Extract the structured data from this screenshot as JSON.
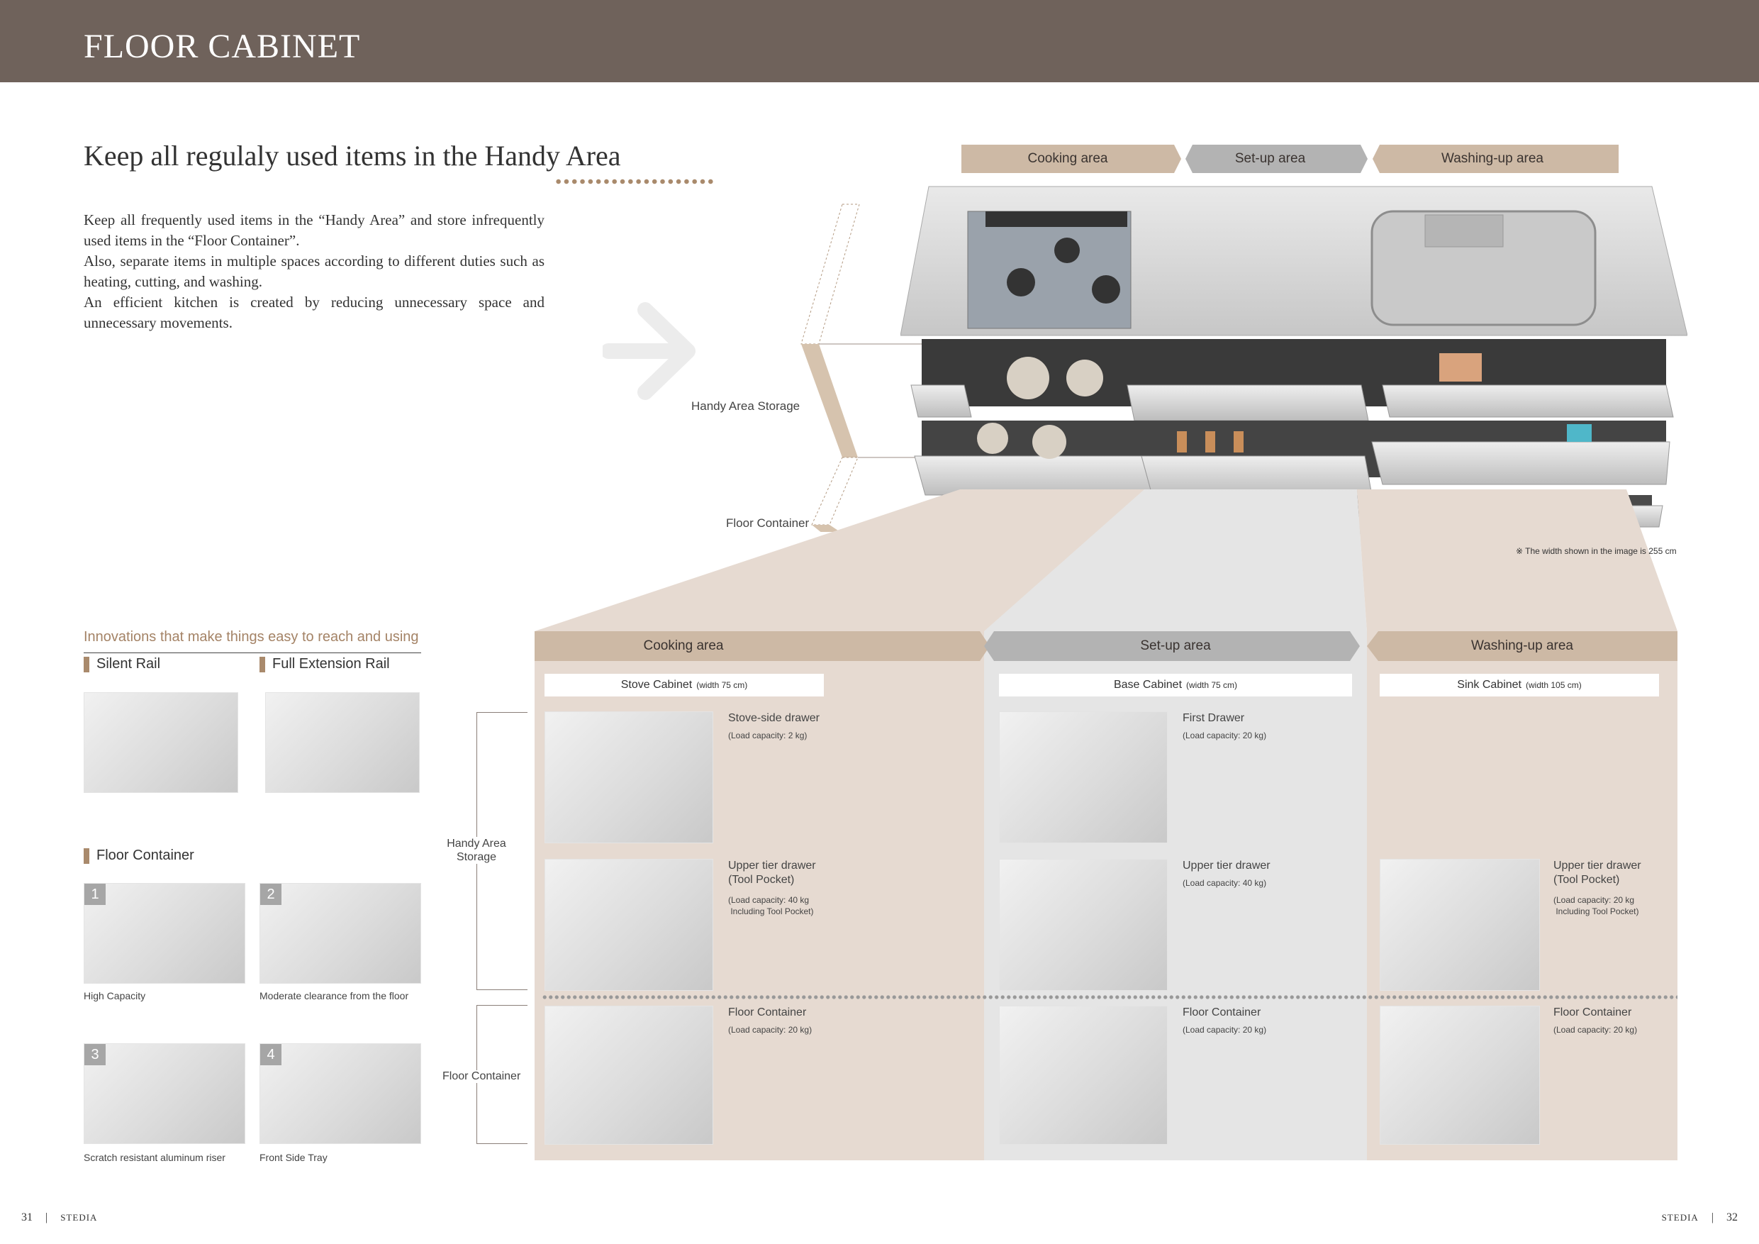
{
  "header": {
    "title": "FLOOR CABINET"
  },
  "headline": "Keep all regulaly used items in the Handy Area",
  "intro": [
    "Keep all frequently used items in the “Handy Area” and store infrequently used items in the “Floor Container”.",
    "Also, separate items in multiple spaces according to different duties such as heating, cutting, and washing.",
    "An efficient kitchen is created by reducing unnecessary space and unnecessary movements."
  ],
  "top_zones": [
    {
      "label": "Cooking area"
    },
    {
      "label": "Set-up area"
    },
    {
      "label": "Washing-up area"
    }
  ],
  "diagram_labels": {
    "handy": "Handy Area Storage",
    "floor": "Floor Container"
  },
  "note": "※ The width shown in the image is 255 cm",
  "innovations": {
    "title": "Innovations that make things easy to reach and using",
    "rails": [
      {
        "label": "Silent Rail"
      },
      {
        "label": "Full Extension Rail"
      }
    ],
    "floor_container": {
      "label": "Floor Container",
      "items": [
        {
          "num": "1",
          "caption": "High Capacity"
        },
        {
          "num": "2",
          "caption": "Moderate clearance from the floor"
        },
        {
          "num": "3",
          "caption": "Scratch resistant aluminum riser"
        },
        {
          "num": "4",
          "caption": "Front Side Tray"
        }
      ]
    }
  },
  "row_labels": {
    "handy": "Handy Area\nStorage",
    "handy_line1": "Handy Area",
    "handy_line2": "Storage",
    "floor": "Floor Container"
  },
  "sections": [
    {
      "tab": "Cooking area",
      "cabinet": "Stove Cabinet",
      "cabinet_width": "(width 75 cm)",
      "drawers": [
        {
          "title": "Stove-side drawer",
          "subtitle": "",
          "load": "(Load capacity: 2 kg)",
          "load2": ""
        },
        {
          "title": "Upper tier drawer",
          "subtitle": "(Tool Pocket)",
          "load": "(Load capacity: 40 kg",
          "load2": " Including Tool Pocket)"
        },
        {
          "title": "Floor Container",
          "subtitle": "",
          "load": "(Load capacity: 20 kg)",
          "load2": ""
        }
      ]
    },
    {
      "tab": "Set-up area",
      "cabinet": "Base Cabinet",
      "cabinet_width": "(width 75 cm)",
      "drawers": [
        {
          "title": "First Drawer",
          "subtitle": "",
          "load": "(Load capacity: 20 kg)",
          "load2": ""
        },
        {
          "title": "Upper tier drawer",
          "subtitle": "",
          "load": "(Load capacity: 40 kg)",
          "load2": ""
        },
        {
          "title": "Floor Container",
          "subtitle": "",
          "load": "(Load capacity: 20 kg)",
          "load2": ""
        }
      ]
    },
    {
      "tab": "Washing-up area",
      "cabinet": "Sink Cabinet",
      "cabinet_width": "(width 105 cm)",
      "drawers": [
        {
          "title": "Upper tier drawer",
          "subtitle": "(Tool Pocket)",
          "load": "(Load capacity: 20 kg",
          "load2": " Including Tool Pocket)"
        },
        {
          "title": "Floor Container",
          "subtitle": "",
          "load": "(Load capacity: 20 kg)",
          "load2": ""
        }
      ]
    }
  ],
  "footer": {
    "left_page": "31",
    "left_brand": "STEDIA",
    "right_brand": "STEDIA",
    "right_page": "32"
  },
  "colors": {
    "header_bg": "#6f625b",
    "tan": "#cdb9a5",
    "gray": "#b3b3b3",
    "panel_tan": "#e6dad1",
    "panel_gray": "#e5e5e5",
    "accent": "#a98a6c"
  }
}
